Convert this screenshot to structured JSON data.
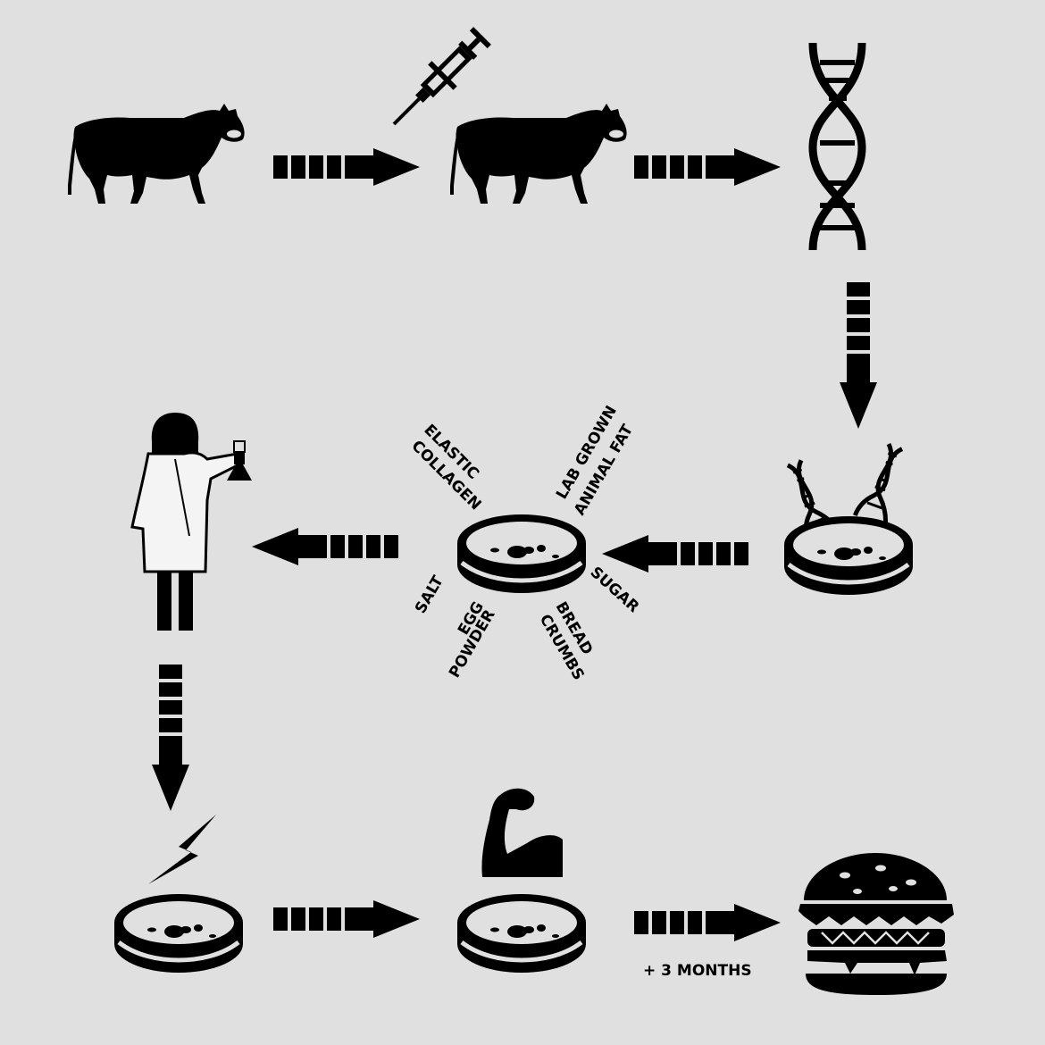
{
  "ingredients": {
    "elastic": "ELASTIC",
    "collagen": "COLLAGEN",
    "lab_grown": "LAB GROWN",
    "animal_fat": "ANIMAL FAT",
    "salt": "SALT",
    "egg": "EGG",
    "powder": "POWDER",
    "bread": "BREAD",
    "crumbs": "CRUMBS",
    "sugar": "SUGAR"
  },
  "duration_note": "+ 3 MONTHS",
  "icons": [
    "cow-icon",
    "syringe-icon",
    "dna-icon",
    "petri-dish-icon",
    "scientist-icon",
    "lightning-icon",
    "flexed-arm-icon",
    "burger-icon"
  ],
  "colors": {
    "background": "#e0e0e0",
    "ink": "#000000",
    "coat": "#f4f4f4"
  }
}
